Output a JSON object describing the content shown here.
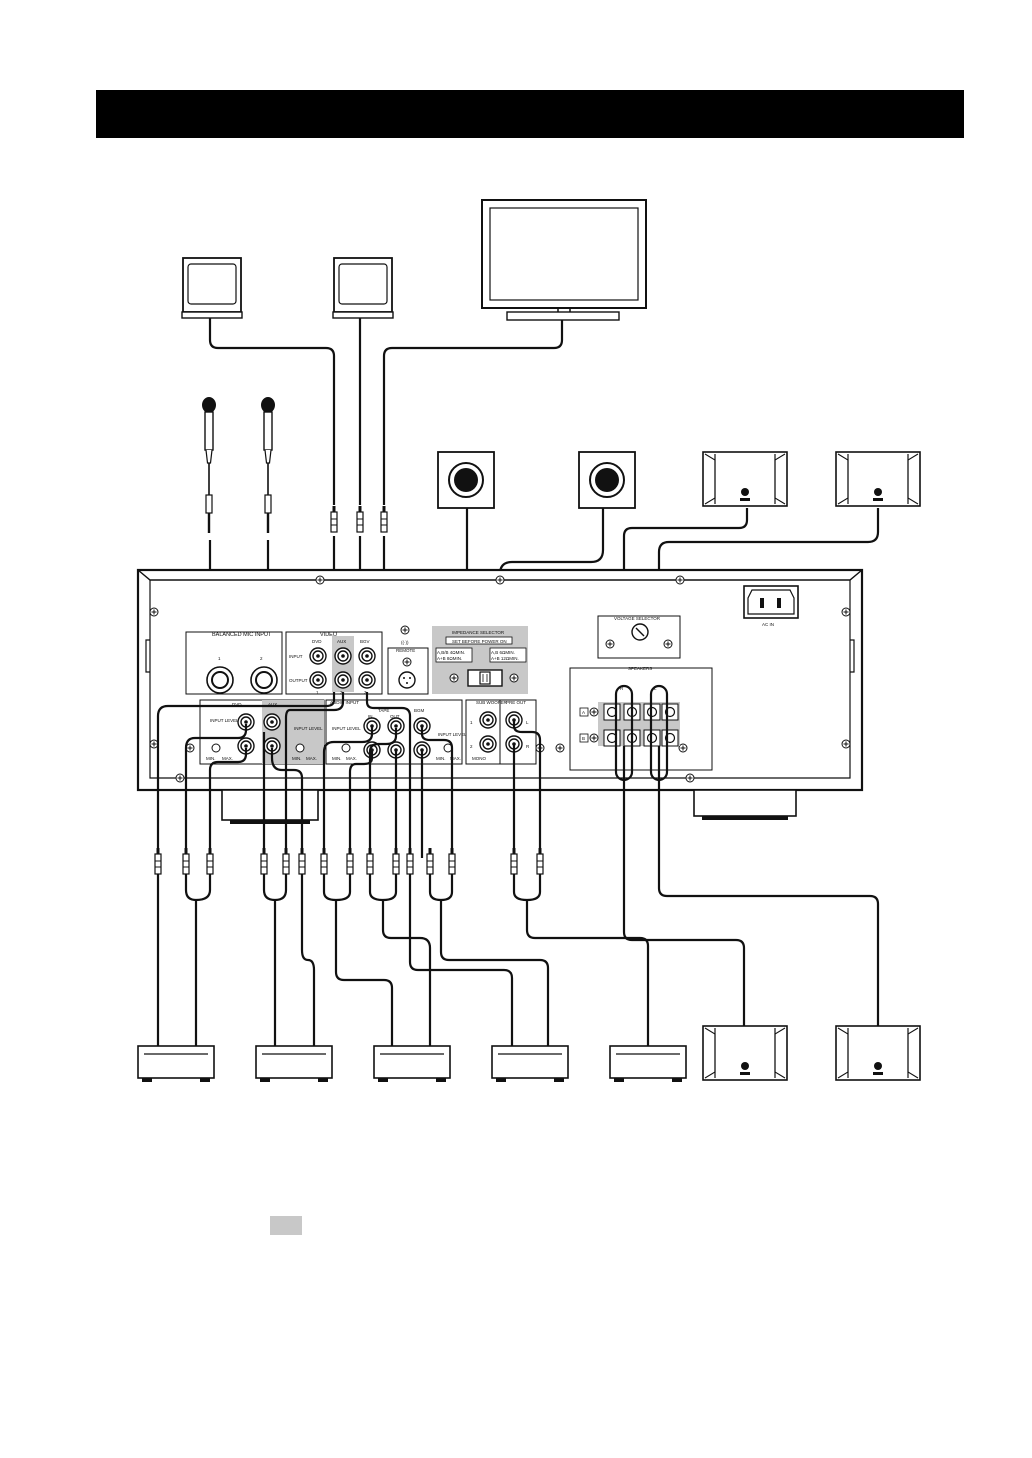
{
  "colors": {
    "title_bar": "#000000",
    "highlight": "#c8c8c8",
    "line": "#111111"
  },
  "panel": {
    "balanced_mic_input": "BALANCED MIC INPUT",
    "mic_1": "1",
    "mic_2": "2",
    "video": "VIDEO",
    "video_dvd": "DVD",
    "video_aux": "AUX",
    "video_bgv": "BGV",
    "video_input": "INPUT",
    "video_output": "OUTPUT",
    "video_out_1": "1",
    "video_out_2": "2",
    "video_out_3": "3",
    "remote": "REMOTE",
    "impedance_selector": "IMPEDANCE SELECTOR",
    "set_before_power_on": "SET BEFORE POWER ON",
    "imp_left_1": "A,B/B 4ΩMIN.",
    "imp_left_2": "A+B 8ΩMIN.",
    "imp_right_1": "A,B 6ΩMIN.",
    "imp_right_2": "A+B 12ΩMIN.",
    "voltage_selector": "VOLTAGE SELECTOR",
    "ac_in": "AC IN",
    "speakers": "SPEAKERS",
    "spk_r": "R",
    "spk_l": "L",
    "spk_a": "A",
    "spk_b": "B",
    "dvd": "DVD",
    "aux": "AUX",
    "input_level": "INPUT LEVEL",
    "min": "MIN.",
    "max": "MAX.",
    "audio_input": "AUDIO INPUT",
    "tape": "TAPE",
    "tape_in": "IN",
    "tape_out": "OUT",
    "bgm": "BGM",
    "sub_woofer": "SUB WOOFER",
    "pre_out": "PRE OUT",
    "sw_1": "1",
    "sw_2": "2",
    "monaural": "MONO",
    "ch_l": "L",
    "ch_r": "R"
  },
  "icons": {
    "monitor_1": "crt-monitor-icon",
    "monitor_2": "crt-monitor-icon",
    "tv": "flat-tv-icon",
    "microphone": "microphone-icon",
    "subwoofer": "subwoofer-icon",
    "speaker": "speaker-icon",
    "source": "source-component-icon"
  }
}
